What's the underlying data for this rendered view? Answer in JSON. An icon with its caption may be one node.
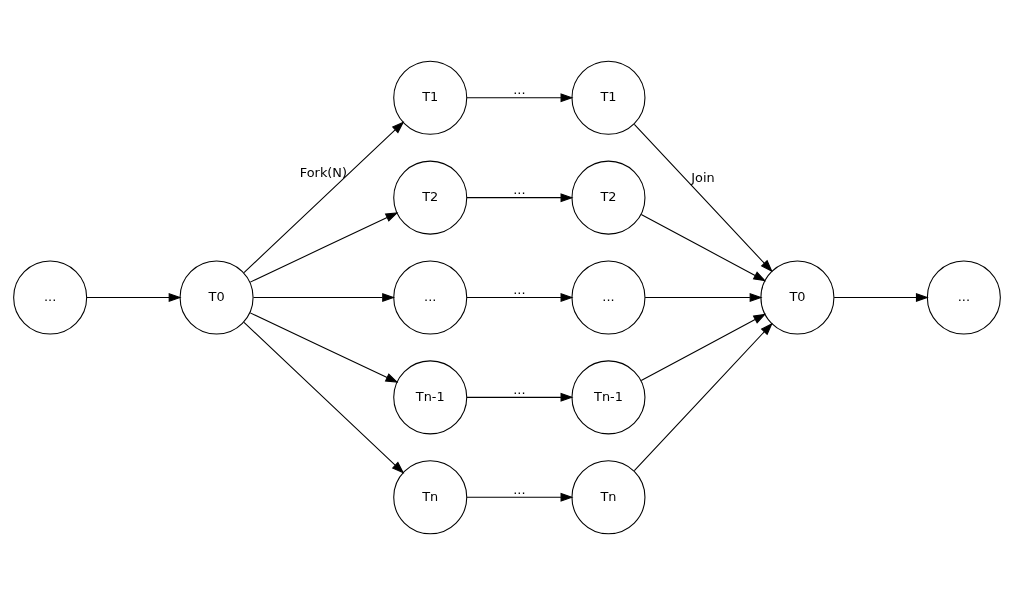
{
  "diagram": {
    "nodes": [
      {
        "text": [
          "..."
        ]
      },
      {
        "text": [
          "T0"
        ]
      },
      {
        "text": [
          "T1"
        ]
      },
      {
        "text": [
          "T2"
        ]
      },
      {
        "text": [
          "..."
        ]
      },
      {
        "text": [
          "Tn-1"
        ]
      },
      {
        "text": [
          "Tn"
        ]
      },
      {
        "text": [
          "T1"
        ]
      },
      {
        "text": [
          "T2"
        ]
      },
      {
        "text": [
          "..."
        ]
      },
      {
        "text": [
          "Tn-1"
        ]
      },
      {
        "text": [
          "Tn"
        ]
      },
      {
        "text": [
          "T0"
        ]
      },
      {
        "text": [
          "..."
        ]
      }
    ],
    "edges": [
      {
        "from": 0,
        "to": 1,
        "arrow": "to"
      },
      {
        "from": 1,
        "to": 2,
        "arrow": "to",
        "label": "Fork(N)"
      },
      {
        "from": 1,
        "to": 3,
        "arrow": "to"
      },
      {
        "from": 1,
        "to": 4,
        "arrow": "to"
      },
      {
        "from": 1,
        "to": 5,
        "arrow": "to"
      },
      {
        "from": 1,
        "to": 6,
        "arrow": "to"
      },
      {
        "from": 2,
        "to": 7,
        "arrow": "to",
        "label": "..."
      },
      {
        "from": 3,
        "to": 8,
        "arrow": "to",
        "label": "..."
      },
      {
        "from": 4,
        "to": 9,
        "arrow": "to",
        "label": "..."
      },
      {
        "from": 5,
        "to": 10,
        "arrow": "to",
        "label": "..."
      },
      {
        "from": 6,
        "to": 11,
        "arrow": "to",
        "label": "..."
      },
      {
        "from": 7,
        "to": 12,
        "arrow": "to",
        "label": "Join"
      },
      {
        "from": 8,
        "to": 12,
        "arrow": "to"
      },
      {
        "from": 9,
        "to": 12,
        "arrow": "to"
      },
      {
        "from": 10,
        "to": 12,
        "arrow": "to"
      },
      {
        "from": 11,
        "to": 12,
        "arrow": "to"
      },
      {
        "from": 12,
        "to": 13,
        "arrow": "to"
      }
    ]
  }
}
